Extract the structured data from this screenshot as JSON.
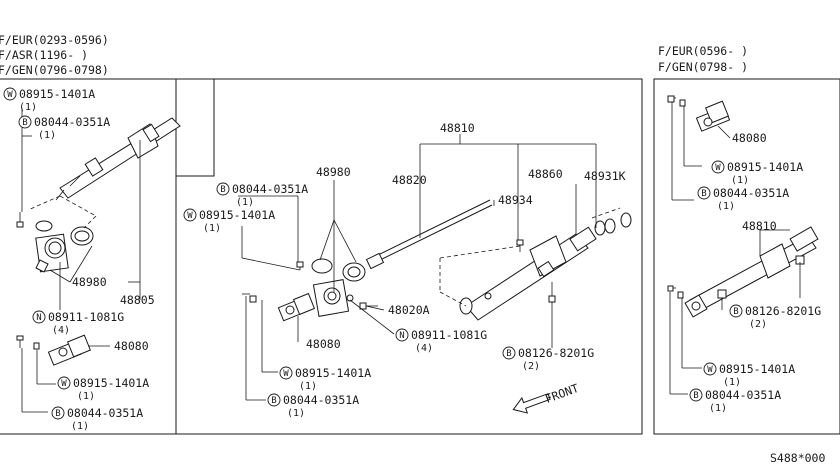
{
  "headers": {
    "left": [
      "F/EUR(0293-0596)",
      "F/ASR(1196-     )",
      "F/GEN(0796-0798)"
    ],
    "right": [
      "F/EUR(0596-       )",
      "F/GEN(0798-       )"
    ]
  },
  "parts": {
    "p48810": "48810",
    "p48980": "48980",
    "p48820": "48820",
    "p48860": "48860",
    "p48931k": "48931K",
    "p48934": "48934",
    "p48805": "48805",
    "p48080": "48080",
    "p48020a": "48020A",
    "w_08915": "08915-1401A",
    "b_08044": "08044-0351A",
    "n_08911": "08911-1081G",
    "b_08126": "08126-8201G"
  },
  "qty": {
    "q1": "(1)",
    "q2": "(2)",
    "q4": "(4)"
  },
  "badges": {
    "w": "W",
    "b": "B",
    "n": "N"
  },
  "front_label": "FRONT",
  "diagram_code": "S488*000"
}
